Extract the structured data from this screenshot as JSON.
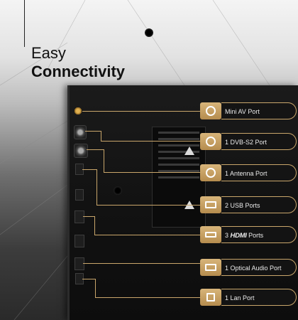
{
  "headline": {
    "line1": "Easy",
    "line2": "Connectivity"
  },
  "ports": [
    {
      "id": "mini-av",
      "label": "Mini AV Port",
      "icon": "circle-port-icon"
    },
    {
      "id": "dvb-s2",
      "label": "1 DVB-S2 Port",
      "icon": "satellite-port-icon"
    },
    {
      "id": "antenna",
      "label": "1 Antenna Port",
      "icon": "antenna-port-icon"
    },
    {
      "id": "usb",
      "label": "2 USB Ports",
      "icon": "usb-icon"
    },
    {
      "id": "hdmi",
      "label_prefix": "3",
      "label_brand": "HDMI",
      "label_suffix": "Ports",
      "icon": "hdmi-icon"
    },
    {
      "id": "optical",
      "label": "1 Optical Audio Port",
      "icon": "optical-audio-icon"
    },
    {
      "id": "lan",
      "label": "1 Lan Port",
      "icon": "lan-icon"
    }
  ],
  "colors": {
    "accent": "#c9a66b",
    "panel": "#141414"
  }
}
